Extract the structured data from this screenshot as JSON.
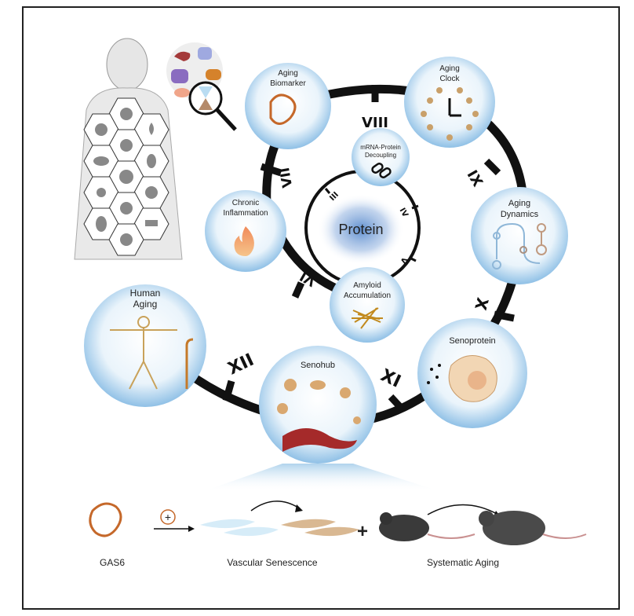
{
  "center": {
    "label": "Protein"
  },
  "nodes": {
    "aging_biomarker": [
      "Aging",
      "Biomarker"
    ],
    "aging_clock": [
      "Aging",
      "Clock"
    ],
    "aging_dynamics": [
      "Aging",
      "Dynamics"
    ],
    "senoprotein": [
      "Senoprotein"
    ],
    "senohub": [
      "Senohub"
    ],
    "human_aging": [
      "Human",
      "Aging"
    ],
    "chronic_inflammation": [
      "Chronic",
      "Inflammation"
    ],
    "amyloid_accumulation": [
      "Amyloid",
      "Accumulation"
    ],
    "mrna_protein_decoupling": [
      "mRNA-Protein",
      "Decoupling"
    ]
  },
  "numerals": [
    "III",
    "IV",
    "V",
    "VI",
    "VII",
    "VIII",
    "IX",
    "X",
    "XI",
    "XII"
  ],
  "bottom": {
    "gas6": "GAS6",
    "promote_symbol": "+",
    "plus": "+",
    "vascular_senescence": "Vascular Senescence",
    "systematic_aging": "Systematic Aging"
  },
  "colors": {
    "bubble": "#9cc8e8",
    "protein_glow": "#6f97d0",
    "organ": "#c98a4a"
  }
}
